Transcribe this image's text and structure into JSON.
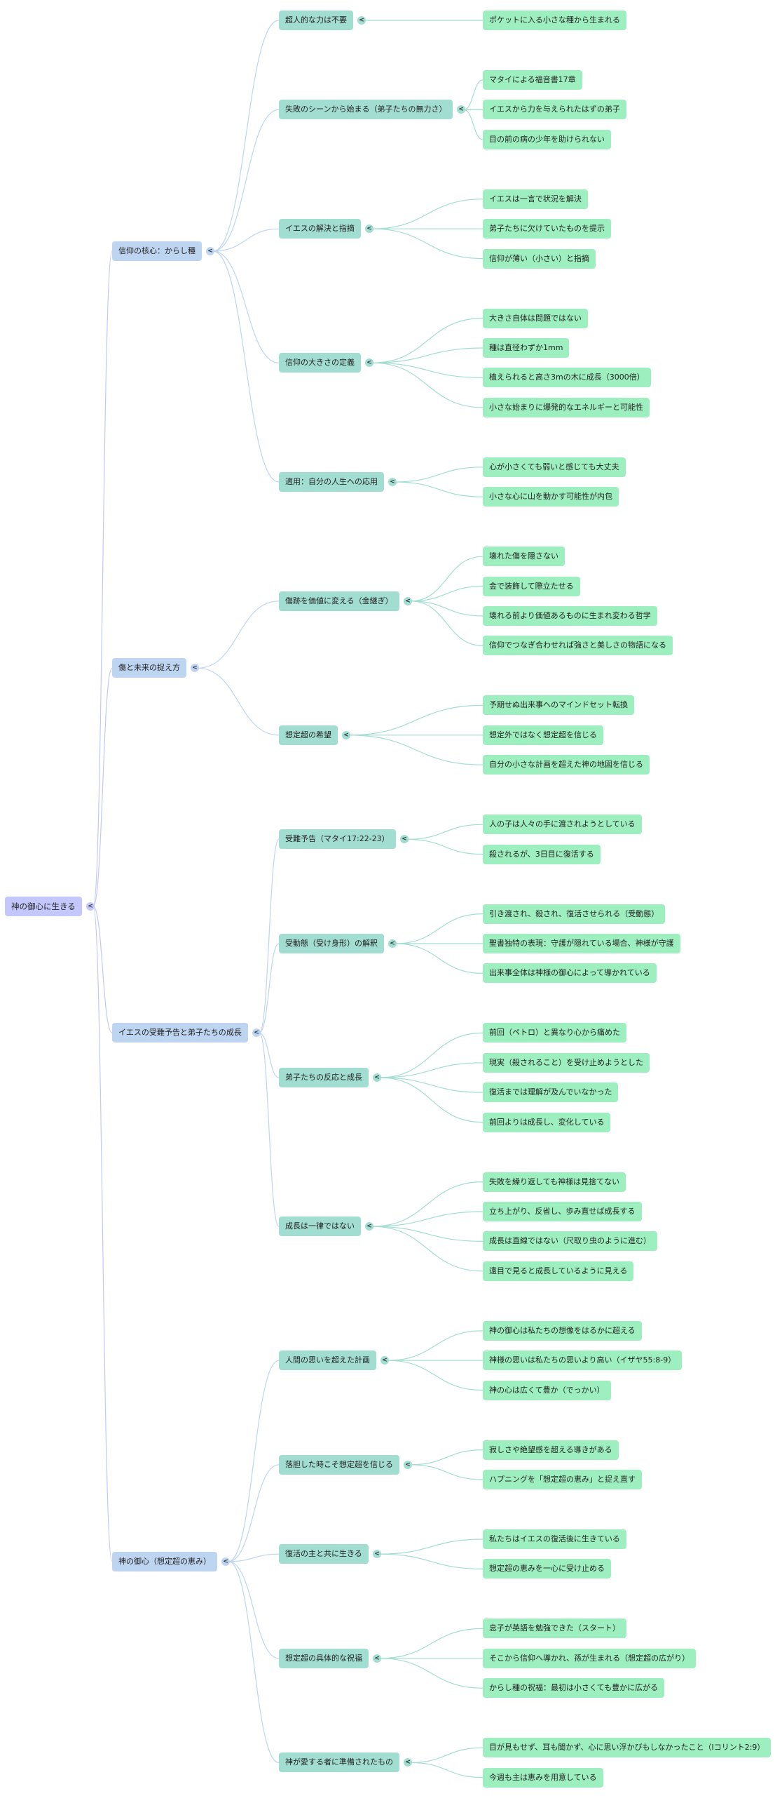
{
  "mindmap": {
    "colors": {
      "root": "#c3c7fb",
      "level1": "#bed5f1",
      "level2": "#a2ddd2",
      "leaf": "#9eefbf",
      "link_root": "#c3c7fb",
      "link_level1": "#bed5f1",
      "link_level2": "#a2ddd2"
    },
    "collapse_icon": "<",
    "root": {
      "label": "神の御心に生きる",
      "children": [
        {
          "label": "信仰の核心：からし種",
          "children": [
            {
              "label": "超人的な力は不要",
              "children": [
                "ポケットに入る小さな種から生まれる"
              ]
            },
            {
              "label": "失敗のシーンから始まる（弟子たちの無力さ）",
              "children": [
                "マタイによる福音書17章",
                "イエスから力を与えられたはずの弟子",
                "目の前の病の少年を助けられない"
              ]
            },
            {
              "label": "イエスの解決と指摘",
              "children": [
                "イエスは一言で状況を解決",
                "弟子たちに欠けていたものを提示",
                "信仰が薄い（小さい）と指摘"
              ]
            },
            {
              "label": "信仰の大きさの定義",
              "children": [
                "大きさ自体は問題ではない",
                "種は直径わずか1mm",
                "植えられると高さ3mの木に成長（3000倍）",
                "小さな始まりに爆発的なエネルギーと可能性"
              ]
            },
            {
              "label": "適用：自分の人生への応用",
              "children": [
                "心が小さくても弱いと感じても大丈夫",
                "小さな心に山を動かす可能性が内包"
              ]
            }
          ]
        },
        {
          "label": "傷と未来の捉え方",
          "children": [
            {
              "label": "傷跡を価値に変える（金継ぎ）",
              "children": [
                "壊れた傷を隠さない",
                "金で装飾して際立たせる",
                "壊れる前より価値あるものに生まれ変わる哲学",
                "信仰でつなぎ合わせれば強さと美しさの物語になる"
              ]
            },
            {
              "label": "想定超の希望",
              "children": [
                "予期せぬ出来事へのマインドセット転換",
                "想定外ではなく想定超を信じる",
                "自分の小さな計画を超えた神の地図を信じる"
              ]
            }
          ]
        },
        {
          "label": "イエスの受難予告と弟子たちの成長",
          "children": [
            {
              "label": "受難予告（マタイ17:22-23）",
              "children": [
                "人の子は人々の手に渡されようとしている",
                "殺されるが、3日目に復活する"
              ]
            },
            {
              "label": "受動態（受け身形）の解釈",
              "children": [
                "引き渡され、殺され、復活させられる（受動態）",
                "聖書独特の表現：守護が隠れている場合、神様が守護",
                "出来事全体は神様の御心によって導かれている"
              ]
            },
            {
              "label": "弟子たちの反応と成長",
              "children": [
                "前回（ペトロ）と異なり心から痛めた",
                "現実（殺されること）を受け止めようとした",
                "復活までは理解が及んでいなかった",
                "前回よりは成長し、変化している"
              ]
            },
            {
              "label": "成長は一律ではない",
              "children": [
                "失敗を繰り返しても神様は見捨てない",
                "立ち上がり、反省し、歩み直せば成長する",
                "成長は直線ではない（尺取り虫のように進む）",
                "遠目で見ると成長しているように見える"
              ]
            }
          ]
        },
        {
          "label": "神の御心（想定超の恵み）",
          "children": [
            {
              "label": "人間の思いを超えた計画",
              "children": [
                "神の御心は私たちの想像をはるかに超える",
                "神様の思いは私たちの思いより高い（イザヤ55:8-9）",
                "神の心は広くて豊か（でっかい）"
              ]
            },
            {
              "label": "落胆した時こそ想定超を信じる",
              "children": [
                "寂しさや絶望感を超える導きがある",
                "ハプニングを「想定超の恵み」と捉え直す"
              ]
            },
            {
              "label": "復活の主と共に生きる",
              "children": [
                "私たちはイエスの復活後に生きている",
                "想定超の恵みを一心に受け止める"
              ]
            },
            {
              "label": "想定超の具体的な祝福",
              "children": [
                "息子が英語を勉強できた（スタート）",
                "そこから信仰へ導かれ、孫が生まれる（想定超の広がり）",
                "からし種の祝福：最初は小さくても豊かに広がる"
              ]
            },
            {
              "label": "神が愛する者に準備されたもの",
              "children": [
                "目が見もせず、耳も聞かず、心に思い浮かびもしなかったこと（Iコリント2:9）",
                "今週も主は恵みを用意している"
              ]
            }
          ]
        }
      ]
    }
  }
}
